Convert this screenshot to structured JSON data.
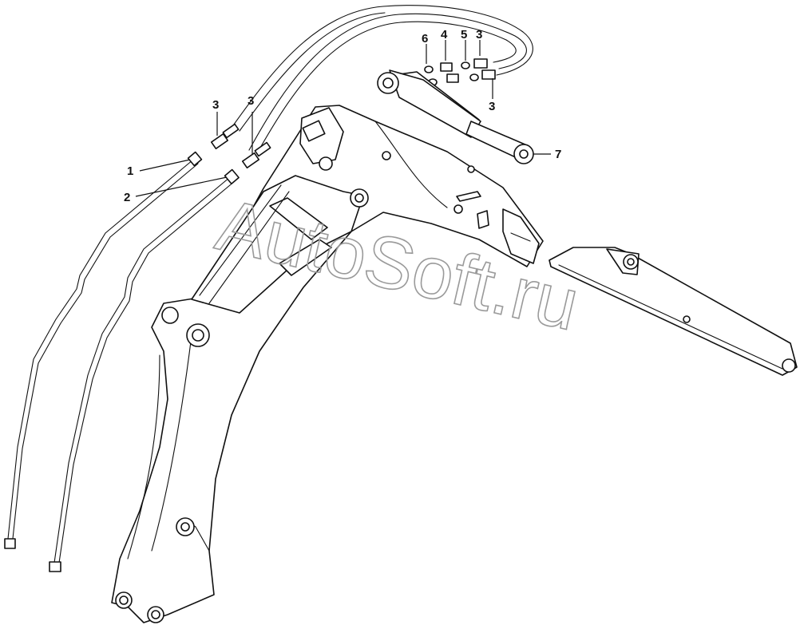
{
  "callouts": {
    "c1": "1",
    "c2": "2",
    "c3a": "3",
    "c3b": "3",
    "c3c": "3",
    "c3d": "3",
    "c4": "4",
    "c5": "5",
    "c6": "6",
    "c7": "7"
  },
  "watermark": "AutoSoft.ru"
}
